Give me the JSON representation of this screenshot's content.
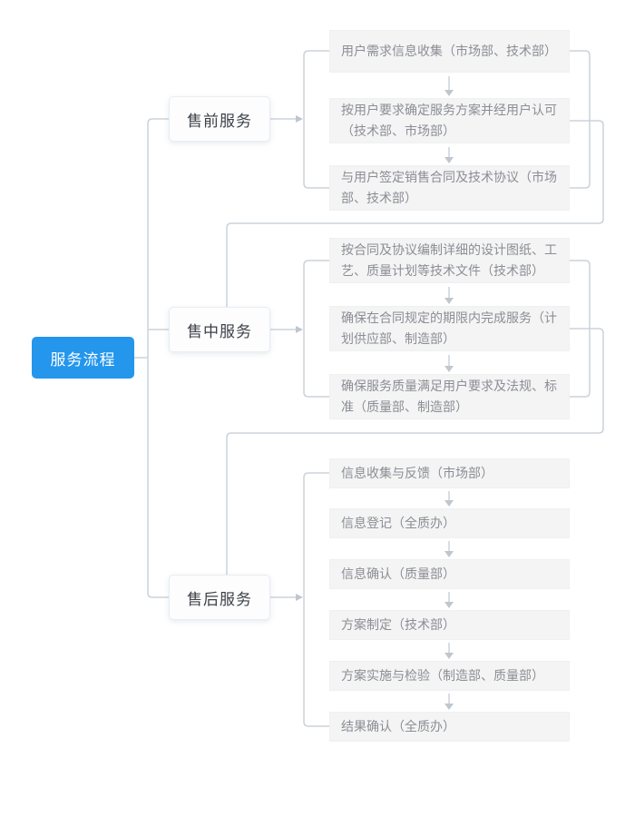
{
  "diagram": {
    "root": {
      "label": "服务流程"
    },
    "branches": [
      {
        "label": "售前服务",
        "steps": [
          "用户需求信息收集（市场部、技术部）",
          "按用户要求确定服务方案并经用户认可（技术部、市场部）",
          "与用户签定销售合同及技术协议（市场部、技术部）"
        ]
      },
      {
        "label": "售中服务",
        "steps": [
          "按合同及协议编制详细的设计图纸、工艺、质量计划等技术文件（技术部）",
          "确保在合同规定的期限内完成服务（计划供应部、制造部）",
          "确保服务质量满足用户要求及法规、标准（质量部、制造部）"
        ]
      },
      {
        "label": "售后服务",
        "steps": [
          "信息收集与反馈（市场部）",
          "信息登记（全质办）",
          "信息确认（质量部）",
          "方案制定（技术部）",
          "方案实施与检验（制造部、质量部）",
          "结果确认（全质办）"
        ]
      }
    ],
    "colors": {
      "root_bg": "#2496EC",
      "root_text": "#ffffff",
      "branch_bg": "#fdfdfe",
      "branch_border": "#e9edf1",
      "branch_text": "#3d4148",
      "step_bg": "#f4f4f5",
      "step_text": "#8b8e93",
      "connector": "#ccd3da",
      "arrowhead": "#bfc7ce"
    }
  }
}
